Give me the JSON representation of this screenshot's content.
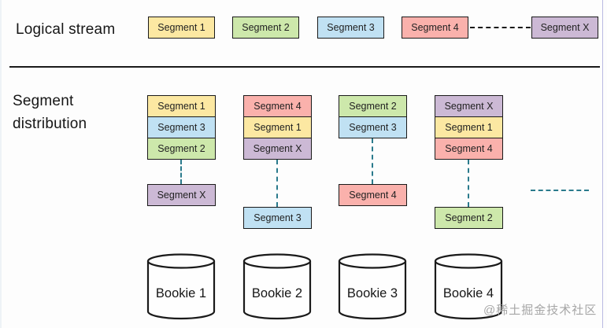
{
  "palette": {
    "segment1": "#fce8a2",
    "segment2": "#cde8ab",
    "segment3": "#c0e1f3",
    "segment4": "#fab1ac",
    "segmentX": "#ccb9d5",
    "connector_dash": "#2a7a8c",
    "box_border": "#1a1a1a",
    "watermark_gray": "#a6a6a6"
  },
  "logical_stream": {
    "title": "Logical stream",
    "segments": [
      {
        "label": "Segment 1"
      },
      {
        "label": "Segment 2"
      },
      {
        "label": "Segment 3"
      },
      {
        "label": "Segment 4"
      },
      {
        "label": "Segment X"
      }
    ]
  },
  "distribution": {
    "title_line1": "Segment",
    "title_line2": "distribution",
    "columns": [
      {
        "stack": [
          {
            "label": "Segment 1"
          },
          {
            "label": "Segment 3"
          },
          {
            "label": "Segment 2"
          }
        ],
        "detached": [
          {
            "label": "Segment X"
          }
        ]
      },
      {
        "stack": [
          {
            "label": "Segment 4"
          },
          {
            "label": "Segment 1"
          },
          {
            "label": "Segment X"
          }
        ],
        "detached": [
          {
            "label": "Segment 3"
          }
        ]
      },
      {
        "stack": [
          {
            "label": "Segment 2"
          },
          {
            "label": "Segment 3"
          }
        ],
        "detached": [
          {
            "label": "Segment 4"
          }
        ]
      },
      {
        "stack": [
          {
            "label": "Segment X"
          },
          {
            "label": "Segment 1"
          },
          {
            "label": "Segment 4"
          }
        ],
        "detached": [
          {
            "label": "Segment 2"
          }
        ]
      }
    ]
  },
  "bookies": [
    {
      "label": "Bookie 1"
    },
    {
      "label": "Bookie 2"
    },
    {
      "label": "Bookie 3"
    },
    {
      "label": "Bookie 4"
    }
  ],
  "watermark": "@稀土掘金技术社区"
}
